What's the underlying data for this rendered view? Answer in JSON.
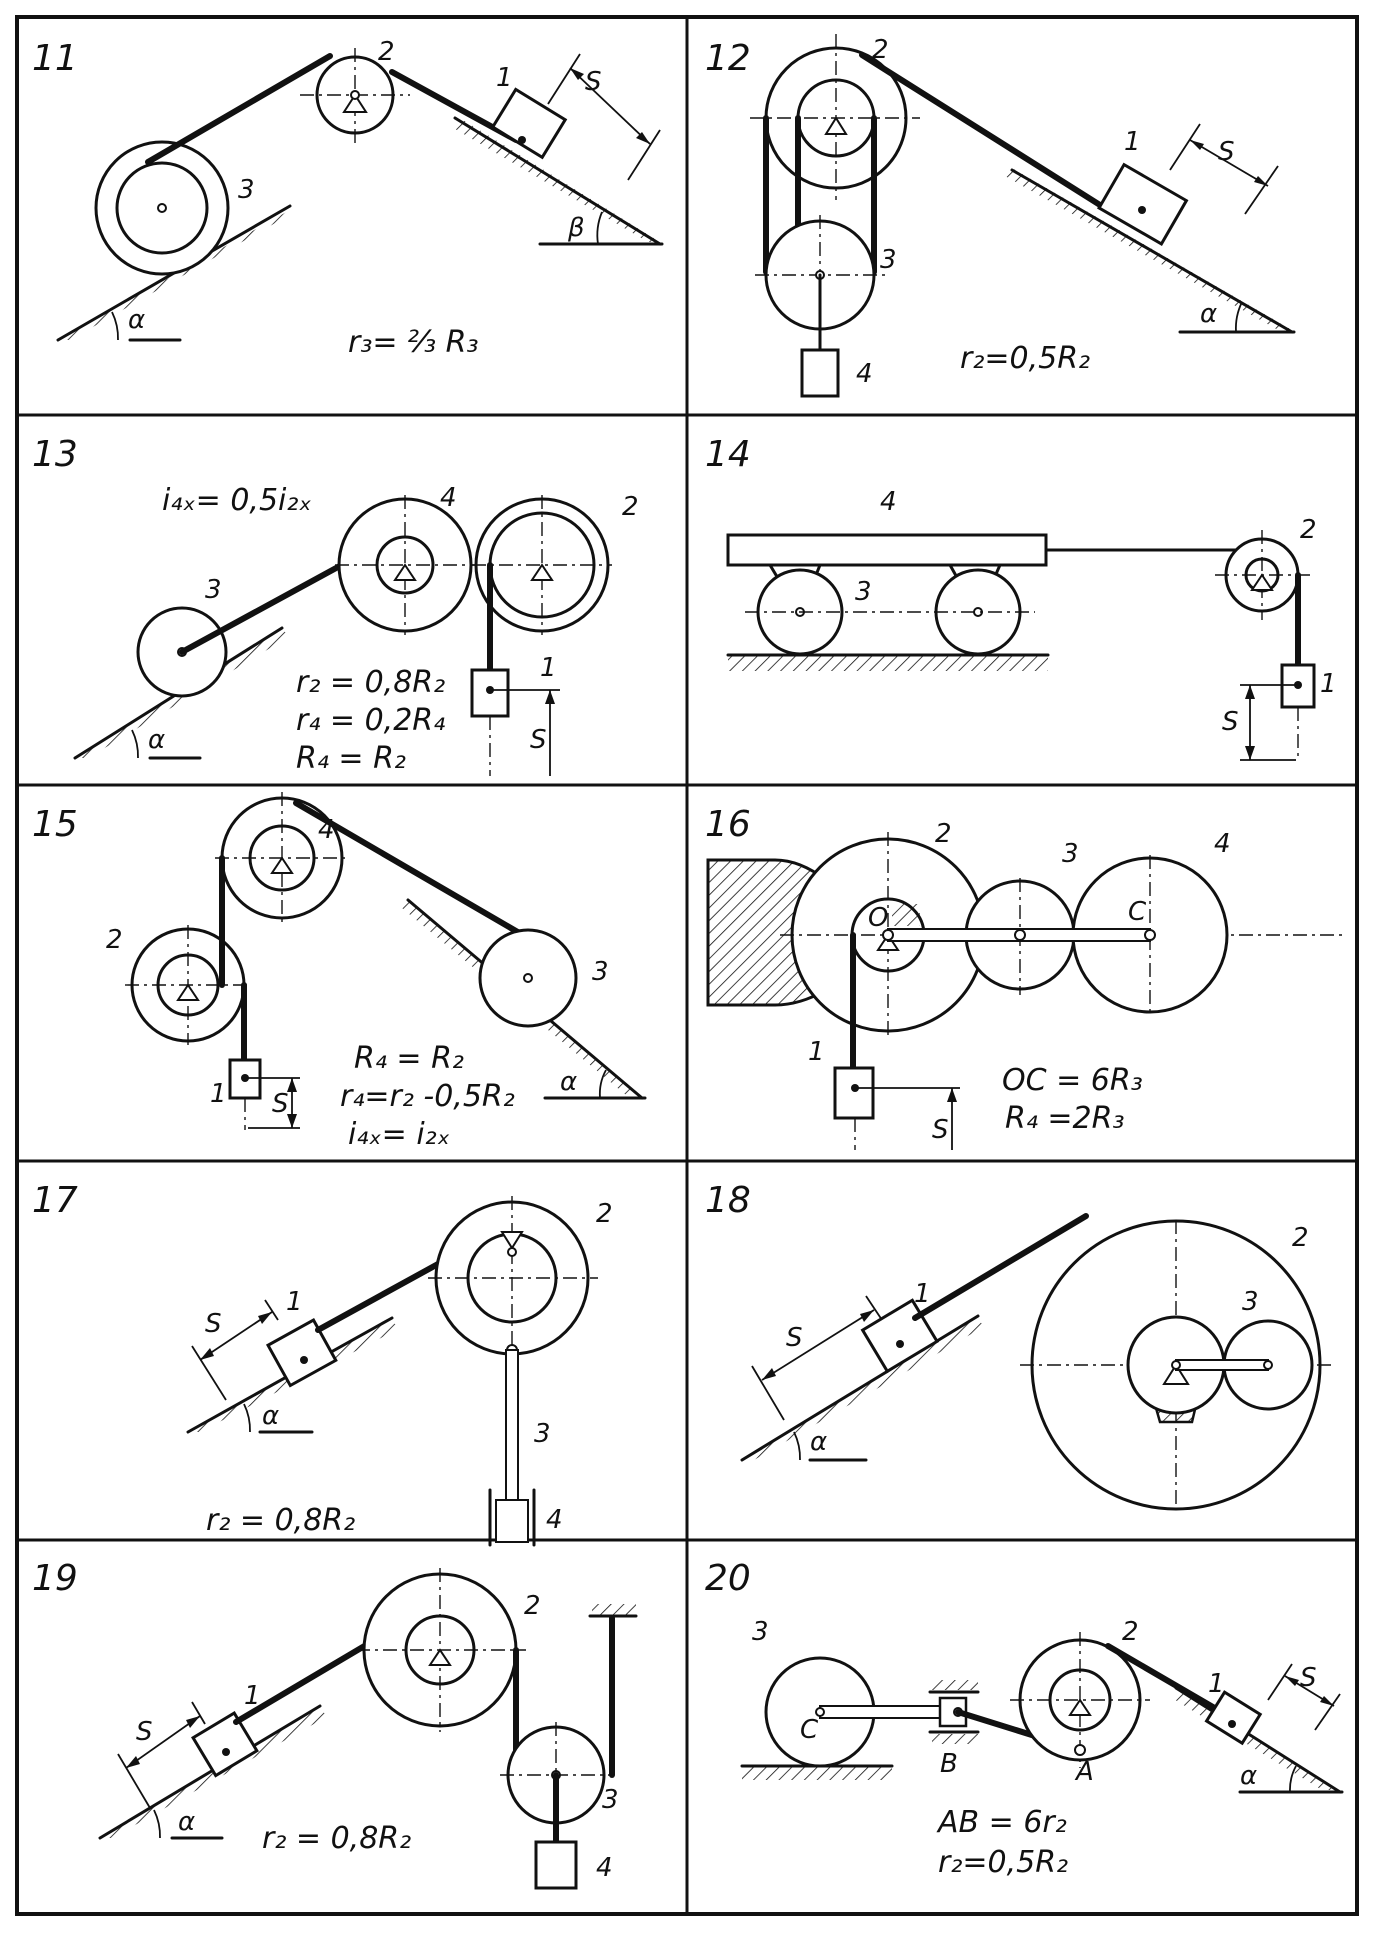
{
  "panels": [
    {
      "id": "11",
      "parts": [
        "1",
        "2",
        "3"
      ],
      "dim": "S",
      "angles": [
        "α",
        "β"
      ],
      "formulas": [
        "r₃= ⅔ R₃"
      ]
    },
    {
      "id": "12",
      "parts": [
        "1",
        "2",
        "3",
        "4"
      ],
      "dim": "S",
      "angles": [
        "α"
      ],
      "formulas": [
        "r₂=0,5R₂"
      ]
    },
    {
      "id": "13",
      "parts": [
        "1",
        "2",
        "3",
        "4"
      ],
      "dim": "S",
      "angles": [
        "α"
      ],
      "formulas": [
        "i₄ₓ= 0,5i₂ₓ",
        "r₂ = 0,8R₂",
        "r₄ = 0,2R₄",
        "R₄ = R₂"
      ]
    },
    {
      "id": "14",
      "parts": [
        "1",
        "2",
        "3",
        "4"
      ],
      "dim": "S",
      "angles": [],
      "formulas": []
    },
    {
      "id": "15",
      "parts": [
        "1",
        "2",
        "3",
        "4"
      ],
      "dim": "S",
      "angles": [
        "α"
      ],
      "formulas": [
        "R₄ = R₂",
        "r₄=r₂ -0,5R₂",
        "i₄ₓ= i₂ₓ"
      ]
    },
    {
      "id": "16",
      "parts": [
        "1",
        "2",
        "3",
        "4"
      ],
      "dim": "S",
      "angles": [],
      "points": [
        "O",
        "C"
      ],
      "formulas": [
        "OC = 6R₃",
        "R₄ =2R₃"
      ]
    },
    {
      "id": "17",
      "parts": [
        "1",
        "2",
        "3",
        "4"
      ],
      "dim": "S",
      "angles": [
        "α"
      ],
      "formulas": [
        "r₂ = 0,8R₂"
      ]
    },
    {
      "id": "18",
      "parts": [
        "1",
        "2",
        "3"
      ],
      "dim": "S",
      "angles": [
        "α"
      ],
      "formulas": []
    },
    {
      "id": "19",
      "parts": [
        "1",
        "2",
        "3",
        "4"
      ],
      "dim": "S",
      "angles": [
        "α"
      ],
      "formulas": [
        "r₂ = 0,8R₂"
      ]
    },
    {
      "id": "20",
      "parts": [
        "1",
        "2",
        "3"
      ],
      "dim": "S",
      "angles": [
        "α"
      ],
      "points": [
        "C",
        "B",
        "A"
      ],
      "formulas": [
        "AB = 6r₂",
        "r₂=0,5R₂"
      ]
    }
  ]
}
